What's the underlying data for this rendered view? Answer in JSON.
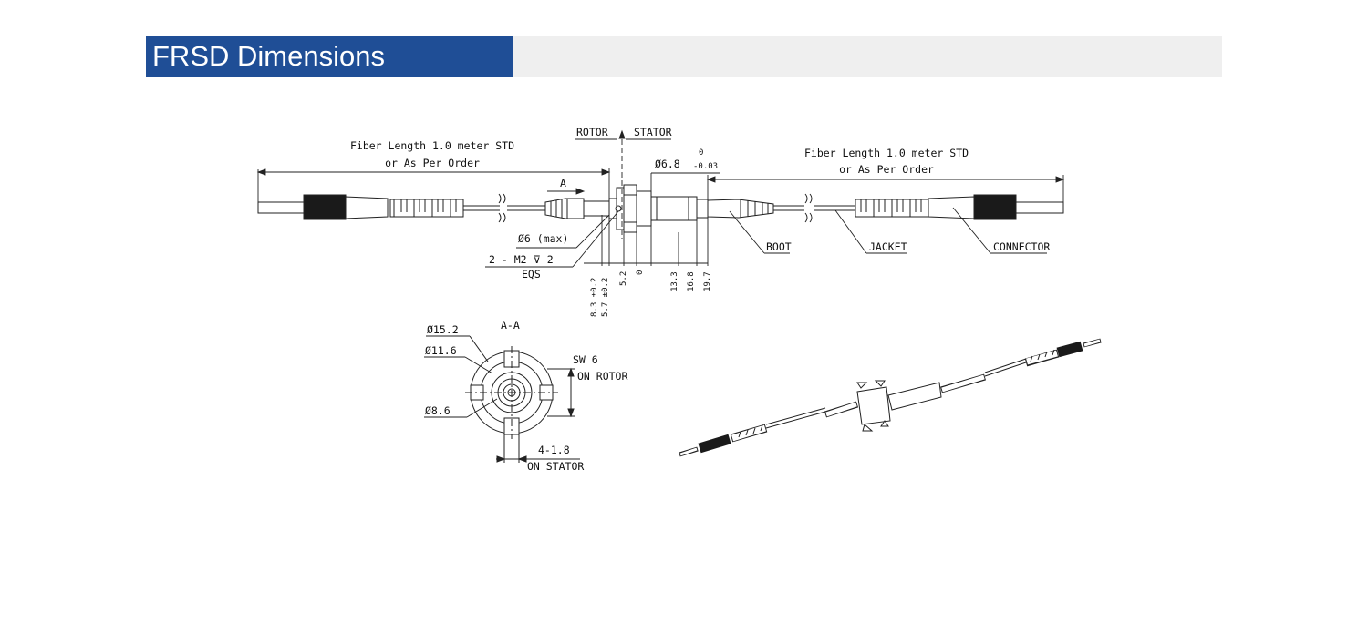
{
  "header": {
    "title": "FRSD Dimensions"
  },
  "colors": {
    "title_bg": "#1f4e96",
    "bar_bg": "#efefef",
    "line": "#222222"
  },
  "left_fiber": {
    "line1": "Fiber Length 1.0 meter STD",
    "line2": "or As Per Order"
  },
  "right_fiber": {
    "line1": "Fiber Length 1.0 meter STD",
    "line2": "or As Per Order"
  },
  "rotor_label": "ROTOR",
  "stator_label": "STATOR",
  "section_marker": "A",
  "diameter_top": {
    "value": "Ø6.8",
    "upper": "0",
    "lower": "-0.03"
  },
  "diameter_max": "Ø6 (max)",
  "thread_label": "2 - M2 ⊽ 2",
  "eqs_label": "EQS",
  "callouts": {
    "boot": "BOOT",
    "jacket": "JACKET",
    "connector": "CONNECTOR"
  },
  "vertical_dims": [
    "8.3 ±0.2",
    "5.7 ±0.2",
    "5.2",
    "0",
    "13.3",
    "16.8",
    "19.7"
  ],
  "section_view": {
    "title": "A-A",
    "d1": "Ø15.2",
    "d2": "Ø11.6",
    "d3": "Ø8.6",
    "sw": "SW 6",
    "on_rotor": "ON ROTOR",
    "slots": "4-1.8",
    "on_stator": "ON STATOR"
  }
}
